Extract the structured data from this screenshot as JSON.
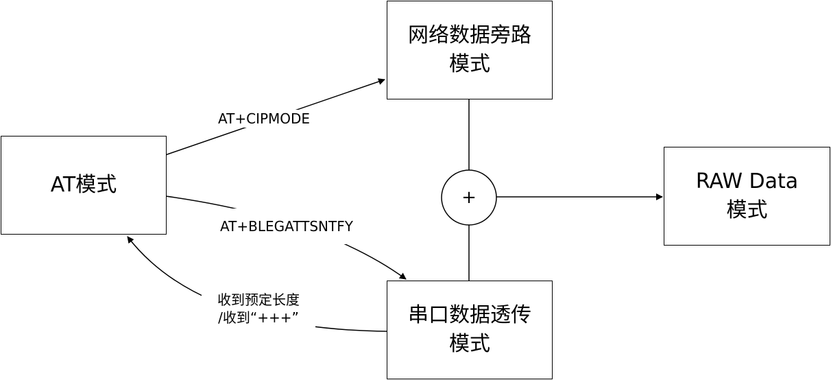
{
  "nodes": {
    "at_mode": {
      "label": "AT模式"
    },
    "network_bypass": {
      "line1": "网络数据旁路",
      "line2": "模式"
    },
    "serial_passthrough": {
      "line1": "串口数据透传",
      "line2": "模式"
    },
    "raw_data": {
      "line1": "RAW Data",
      "line2": "模式"
    }
  },
  "junction": {
    "symbol": "+"
  },
  "edges": {
    "cipmode": {
      "label": "AT+CIPMODE"
    },
    "blegattsntfy": {
      "label": "AT+BLEGATTSNTFY"
    },
    "return_to_at": {
      "line1": "收到预定长度",
      "line2": "/收到“+++”"
    }
  },
  "colors": {
    "stroke": "#000000",
    "background": "#ffffff"
  }
}
